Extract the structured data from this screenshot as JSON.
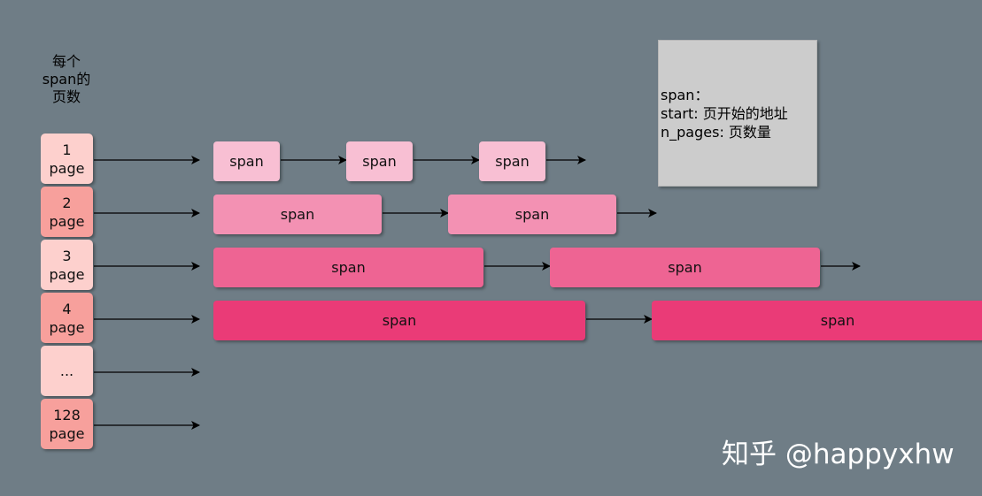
{
  "header": {
    "line1": "每个",
    "line2": "span的",
    "line3": "页数"
  },
  "colors": {
    "background": "#6f7d86",
    "page_light": "#fdd0cd",
    "page_dark": "#f7a09c",
    "span_1": "#f8bfd3",
    "span_2": "#f391b3",
    "span_3": "#ee6493",
    "span_4": "#ea3b77",
    "legend_bg": "#cccccc"
  },
  "page_rows": [
    {
      "line1": "1",
      "line2": "page",
      "tone": "light"
    },
    {
      "line1": "2",
      "line2": "page",
      "tone": "dark"
    },
    {
      "line1": "3",
      "line2": "page",
      "tone": "light"
    },
    {
      "line1": "4",
      "line2": "page",
      "tone": "dark"
    },
    {
      "line1": "...",
      "line2": "",
      "tone": "light"
    },
    {
      "line1": "128",
      "line2": "page",
      "tone": "dark"
    }
  ],
  "span_rows": [
    {
      "pages": 1,
      "labels": [
        "span",
        "span",
        "span"
      ]
    },
    {
      "pages": 2,
      "labels": [
        "span",
        "span"
      ]
    },
    {
      "pages": 3,
      "labels": [
        "span",
        "span"
      ]
    },
    {
      "pages": 4,
      "labels": [
        "span",
        "span"
      ]
    }
  ],
  "legend": {
    "line1": "span：",
    "line2": "start: 页开始的地址",
    "line3": "n_pages: 页数量"
  },
  "watermark": "知乎 @happyxhw"
}
